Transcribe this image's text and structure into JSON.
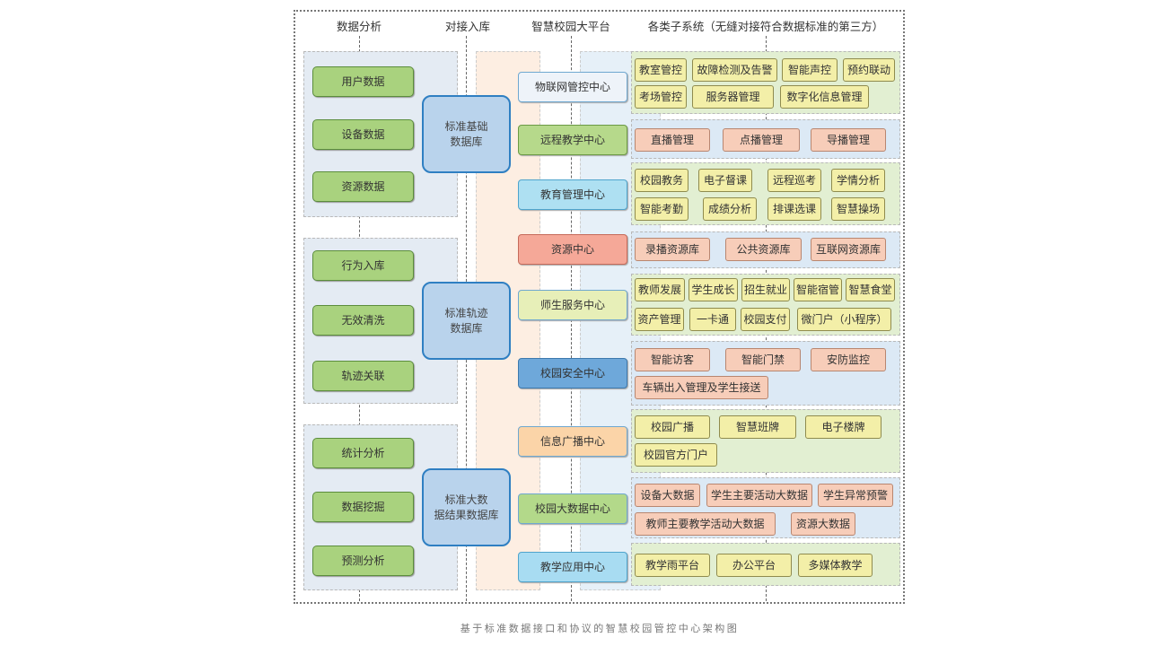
{
  "headers": {
    "analysis": "数据分析",
    "ingest": "对接入库",
    "platform": "智慧校园大平台",
    "subsystems": "各类子系统（无缝对接符合数据标准的第三方）"
  },
  "left_groups": [
    {
      "items": [
        "用户数据",
        "设备数据",
        "资源数据"
      ],
      "database": "标准基础\n数据库"
    },
    {
      "items": [
        "行为入库",
        "无效清洗",
        "轨迹关联"
      ],
      "database": "标准轨迹\n数据库"
    },
    {
      "items": [
        "统计分析",
        "数据挖掘",
        "预测分析"
      ],
      "database": "标准大数\n据结果数据库"
    }
  ],
  "centers": [
    {
      "label": "物联网管控中心",
      "color": "#eef3f9",
      "border": "#6fa8d0"
    },
    {
      "label": "远程教学中心",
      "color": "#b6d98b",
      "border": "#6b9a45"
    },
    {
      "label": "教育管理中心",
      "color": "#aee0f2",
      "border": "#4fa4cc"
    },
    {
      "label": "资源中心",
      "color": "#f5a898",
      "border": "#c56a5a"
    },
    {
      "label": "师生服务中心",
      "color": "#e7efb8",
      "border": "#6fa8d0"
    },
    {
      "label": "校园安全中心",
      "color": "#6ea8da",
      "border": "#3d79ad"
    },
    {
      "label": "信息广播中心",
      "color": "#fbd4a8",
      "border": "#6fa8d0"
    },
    {
      "label": "校园大数据中心",
      "color": "#b3d98a",
      "border": "#6fa8d0"
    },
    {
      "label": "教学应用中心",
      "color": "#a8dcf2",
      "border": "#4fa4cc"
    }
  ],
  "subsystems": [
    {
      "style": "yellow",
      "rows": [
        [
          "教室管控",
          "故障检测及告警",
          "智能声控",
          "预约联动"
        ],
        [
          "考场管控",
          "服务器管理",
          "数字化信息管理"
        ]
      ]
    },
    {
      "style": "pink",
      "rows": [
        [
          "直播管理",
          "点播管理",
          "导播管理"
        ]
      ]
    },
    {
      "style": "yellow",
      "rows": [
        [
          "校园教务",
          "电子督课",
          "远程巡考",
          "学情分析"
        ],
        [
          "智能考勤",
          "成绩分析",
          "排课选课",
          "智慧操场"
        ]
      ]
    },
    {
      "style": "pink",
      "rows": [
        [
          "录播资源库",
          "公共资源库",
          "互联网资源库"
        ]
      ]
    },
    {
      "style": "yellow",
      "rows": [
        [
          "教师发展",
          "学生成长",
          "招生就业",
          "智能宿管",
          "智慧食堂"
        ],
        [
          "资产管理",
          "一卡通",
          "校园支付",
          "微门户（小程序）"
        ]
      ]
    },
    {
      "style": "pink",
      "rows": [
        [
          "智能访客",
          "智能门禁",
          "安防监控"
        ],
        [
          "车辆出入管理及学生接送"
        ]
      ]
    },
    {
      "style": "yellow",
      "rows": [
        [
          "校园广播",
          "智慧班牌",
          "电子楼牌"
        ],
        [
          "校园官方门户"
        ]
      ]
    },
    {
      "style": "pink",
      "rows": [
        [
          "设备大数据",
          "学生主要活动大数据",
          "学生异常预警"
        ],
        [
          "教师主要教学活动大数据",
          "资源大数据"
        ]
      ]
    },
    {
      "style": "yellow",
      "rows": [
        [
          "教学雨平台",
          "办公平台",
          "多媒体教学"
        ]
      ]
    }
  ],
  "caption": "基于标准数据接口和协议的智慧校园管控中心架构图"
}
